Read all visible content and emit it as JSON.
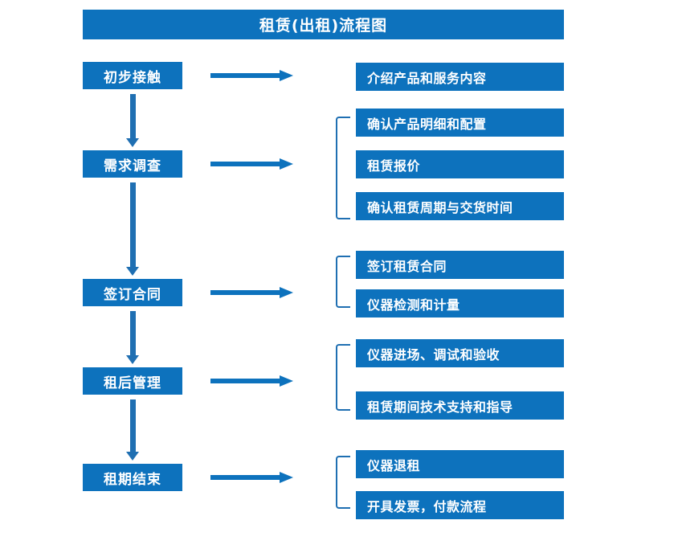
{
  "title": {
    "text": "租赁(出租)流程图"
  },
  "theme": {
    "box_fill": "#0d72bd",
    "box_text": "#ffffff",
    "arrow_color": "#1f6fb2",
    "bracket_color": "#1f6fb2",
    "background": "#ffffff"
  },
  "stages": [
    {
      "label": "初步接触"
    },
    {
      "label": "需求调查"
    },
    {
      "label": "签订合同"
    },
    {
      "label": "租后管理"
    },
    {
      "label": "租期结束"
    }
  ],
  "details": {
    "group1": [
      {
        "label": "介绍产品和服务内容"
      }
    ],
    "group2": [
      {
        "label": "确认产品明细和配置"
      },
      {
        "label": "租赁报价"
      },
      {
        "label": "确认租赁周期与交货时间"
      }
    ],
    "group3": [
      {
        "label": "签订租赁合同"
      },
      {
        "label": "仪器检测和计量"
      }
    ],
    "group4": [
      {
        "label": "仪器进场、调试和验收"
      },
      {
        "label": "租赁期间技术支持和指导"
      }
    ],
    "group5": [
      {
        "label": "仪器退租"
      },
      {
        "label": "开具发票，付款流程"
      }
    ]
  }
}
